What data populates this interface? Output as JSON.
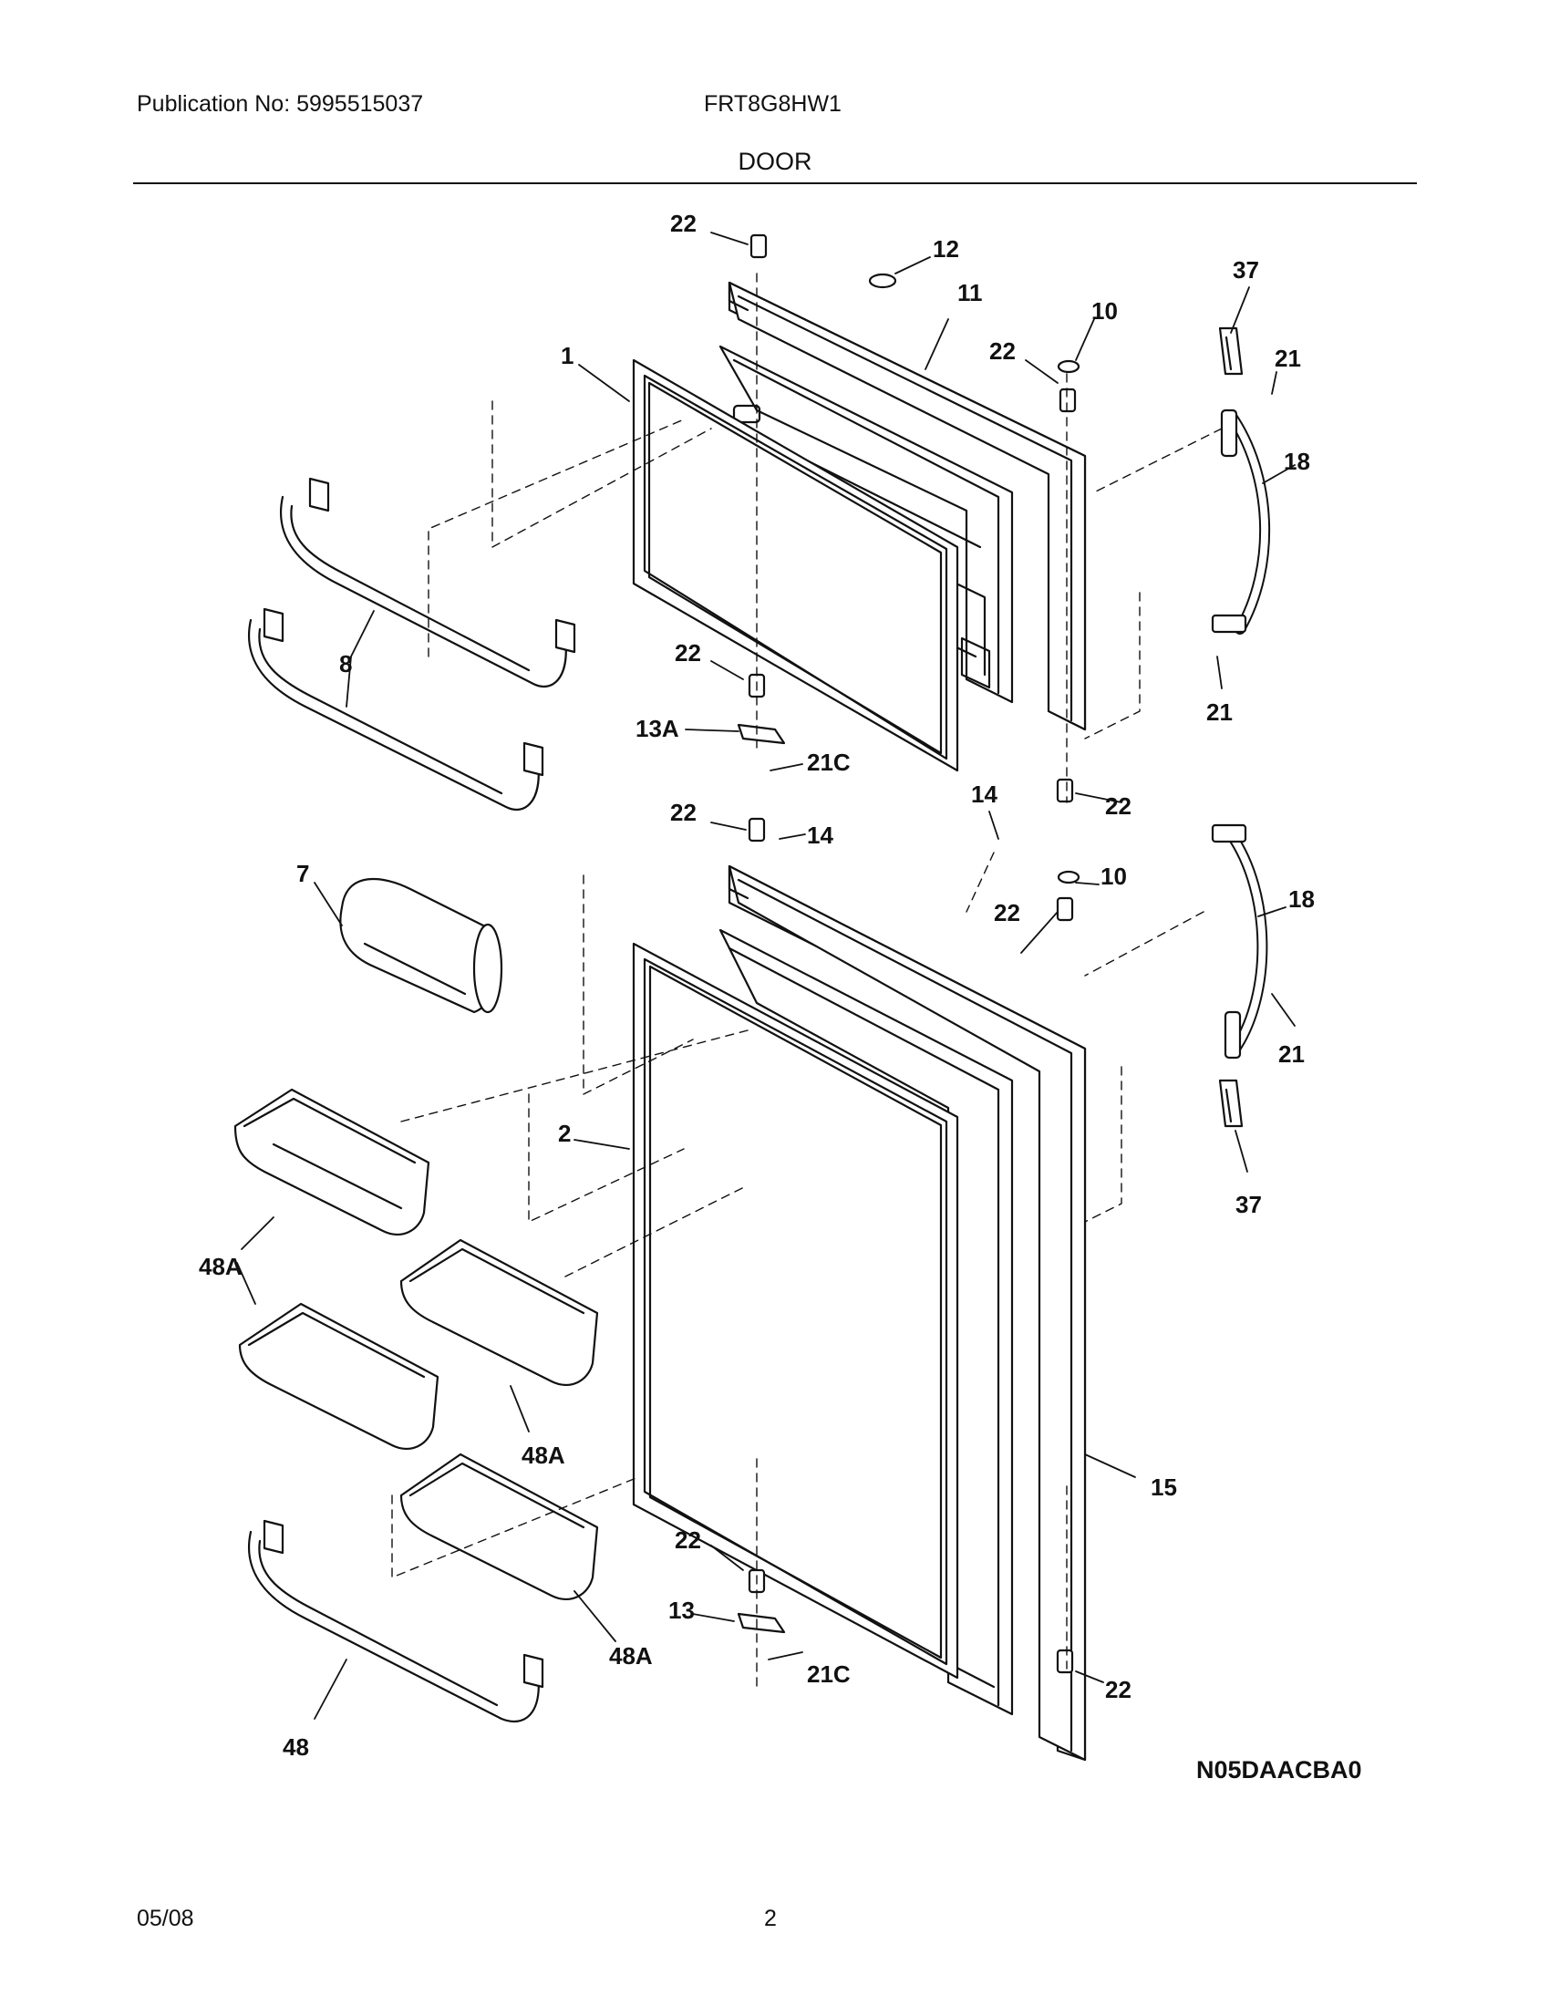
{
  "header": {
    "publication": "Publication No: 5995515037",
    "model": "FRT8G8HW1",
    "title": "DOOR"
  },
  "diagram": {
    "reference_code": "N05DAACBA0",
    "callouts": [
      {
        "id": "c-22-top",
        "label": "22"
      },
      {
        "id": "c-12",
        "label": "12"
      },
      {
        "id": "c-11",
        "label": "11"
      },
      {
        "id": "c-37-top",
        "label": "37"
      },
      {
        "id": "c-10-top",
        "label": "10"
      },
      {
        "id": "c-22-b",
        "label": "22"
      },
      {
        "id": "c-21-a",
        "label": "21"
      },
      {
        "id": "c-1",
        "label": "1"
      },
      {
        "id": "c-18-top",
        "label": "18"
      },
      {
        "id": "c-8",
        "label": "8"
      },
      {
        "id": "c-22-c",
        "label": "22"
      },
      {
        "id": "c-21-b",
        "label": "21"
      },
      {
        "id": "c-13A",
        "label": "13A"
      },
      {
        "id": "c-21C-top",
        "label": "21C"
      },
      {
        "id": "c-22-d",
        "label": "22"
      },
      {
        "id": "c-22-e",
        "label": "22"
      },
      {
        "id": "c-14-a",
        "label": "14"
      },
      {
        "id": "c-14-b",
        "label": "14"
      },
      {
        "id": "c-7",
        "label": "7"
      },
      {
        "id": "c-10-bot",
        "label": "10"
      },
      {
        "id": "c-22-f",
        "label": "22"
      },
      {
        "id": "c-18-bot",
        "label": "18"
      },
      {
        "id": "c-21-c",
        "label": "21"
      },
      {
        "id": "c-2",
        "label": "2"
      },
      {
        "id": "c-37-bot",
        "label": "37"
      },
      {
        "id": "c-48A-a",
        "label": "48A"
      },
      {
        "id": "c-48A-b",
        "label": "48A"
      },
      {
        "id": "c-15",
        "label": "15"
      },
      {
        "id": "c-22-g",
        "label": "22"
      },
      {
        "id": "c-13",
        "label": "13"
      },
      {
        "id": "c-48A-c",
        "label": "48A"
      },
      {
        "id": "c-21C-bot",
        "label": "21C"
      },
      {
        "id": "c-22-h",
        "label": "22"
      },
      {
        "id": "c-48",
        "label": "48"
      }
    ]
  },
  "footer": {
    "date": "05/08",
    "page": "2"
  }
}
